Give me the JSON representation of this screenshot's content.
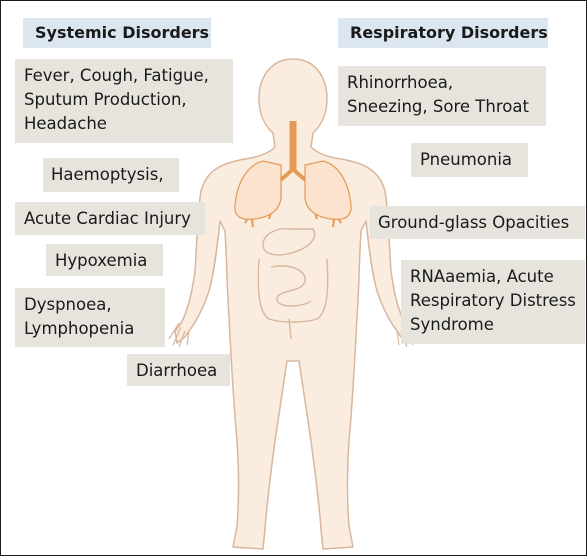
{
  "headers": {
    "systemic": "Systemic Disorders",
    "respiratory": "Respiratory Disorders"
  },
  "systemic_items": {
    "fever": "Fever, Cough, Fatigue,\nSputum Production,\nHeadache",
    "haemoptysis": "Haemoptysis,",
    "cardiac": "Acute Cardiac Injury",
    "hypoxemia": "Hypoxemia",
    "dyspnoea": "Dyspnoea,\nLymphopenia",
    "diarrhoea": "Diarrhoea"
  },
  "respiratory_items": {
    "rhinorrhoea": "Rhinorrhoea,\nSneezing,  Sore Throat",
    "pneumonia": "Pneumonia",
    "ground_glass": "Ground-glass Opacities",
    "rnaaemia": "RNAaemia, Acute\nRespiratory Distress\nSyndrome"
  },
  "colors": {
    "header_bg": "#dce6f1",
    "box_bg": "#e6e4dc",
    "body_fill": "#fbece0",
    "body_outline": "#d8b79d",
    "organ_orange": "#e59a55"
  }
}
